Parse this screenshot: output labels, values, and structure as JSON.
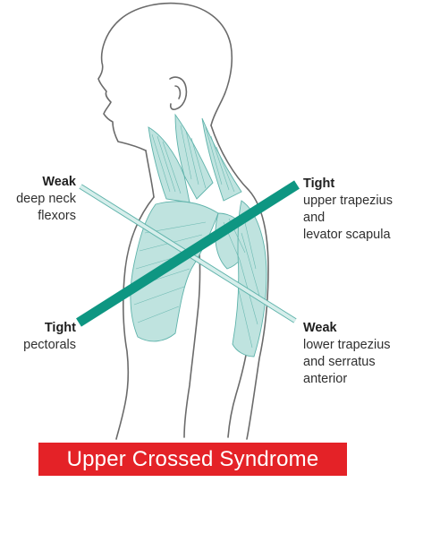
{
  "labels": {
    "weak_neck": {
      "heading": "Weak",
      "lines": [
        "deep neck",
        "flexors"
      ]
    },
    "tight_trap": {
      "heading": "Tight",
      "lines": [
        "upper trapezius",
        "and",
        "levator scapula"
      ]
    },
    "tight_pec": {
      "heading": "Tight",
      "lines": [
        "pectorals"
      ]
    },
    "weak_lower": {
      "heading": "Weak",
      "lines": [
        "lower trapezius",
        "and serratus",
        "anterior"
      ]
    }
  },
  "title": "Upper Crossed Syndrome",
  "colors": {
    "muscle_fill": "#bfe3df",
    "muscle_stroke": "#5fb3ab",
    "tight_line": "#0e9682",
    "weak_line": "#bfe3df",
    "outline": "#6b6b6b",
    "banner": "#e42227"
  }
}
